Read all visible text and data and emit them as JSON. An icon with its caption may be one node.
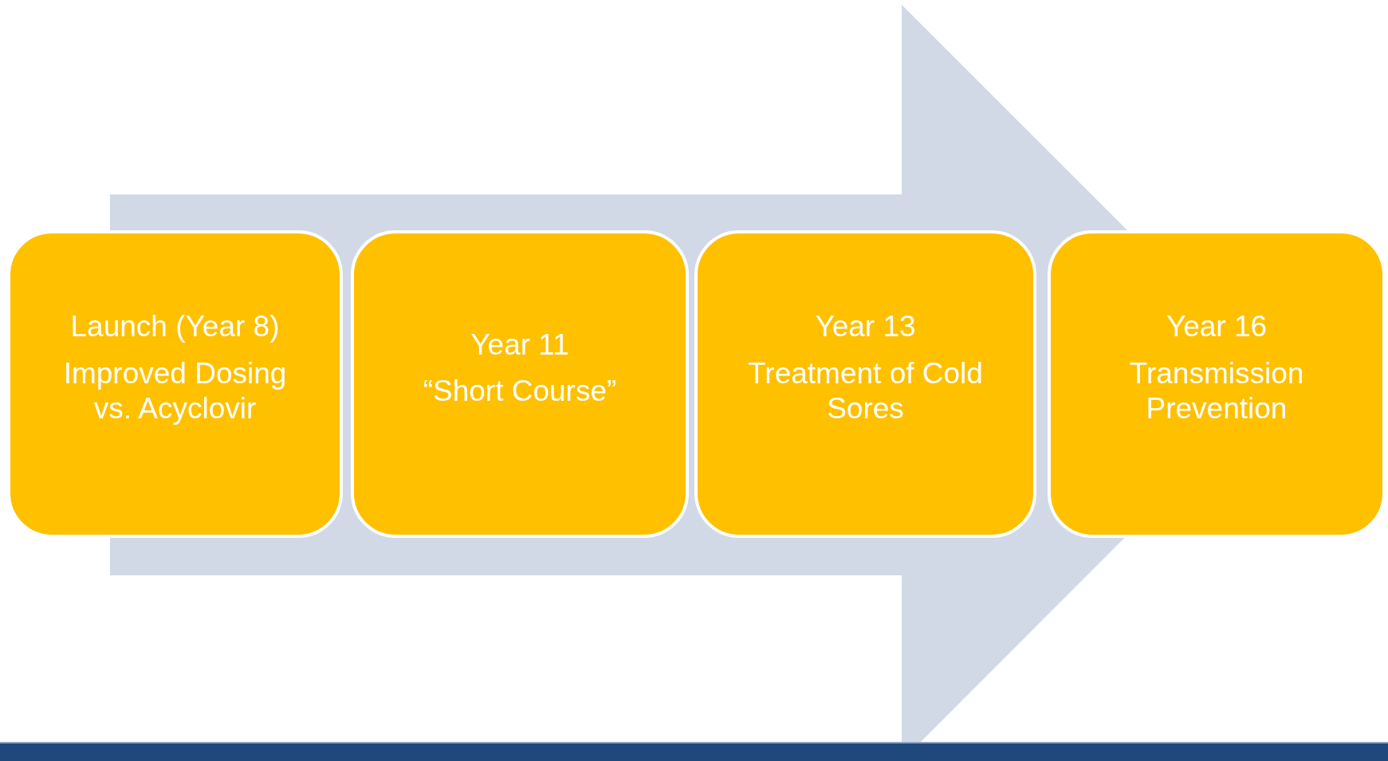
{
  "diagram": {
    "nodes": [
      {
        "text": [
          "Launch (Year 8)",
          "Improved Dosing vs. Acyclovir"
        ]
      },
      {
        "text": [
          "Year 11",
          "“Short Course”"
        ]
      },
      {
        "text": [
          "Year 13",
          "Treatment of Cold Sores"
        ]
      },
      {
        "text": [
          "Year 16",
          "Transmission Prevention"
        ]
      }
    ],
    "edges": [
      {
        "from": 0,
        "to": 3,
        "arrow": "to",
        "style": "thick"
      }
    ]
  }
}
